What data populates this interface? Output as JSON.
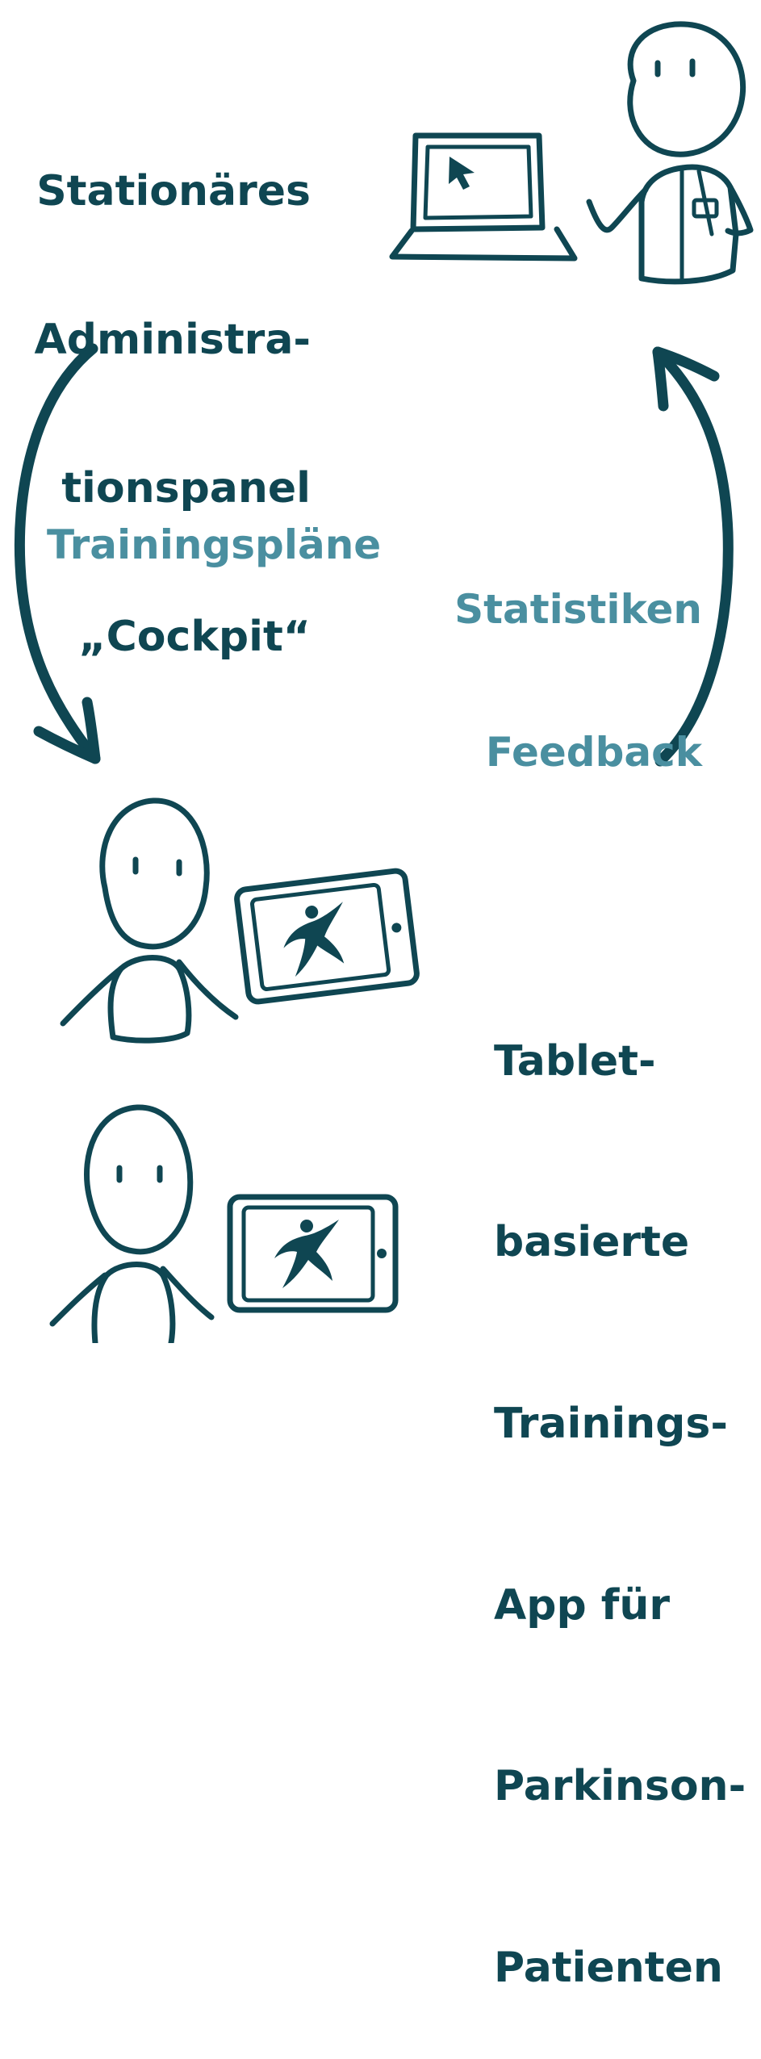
{
  "admin_panel": {
    "line1": "Stationäres",
    "line2": "Administra-",
    "line3": "tionspanel",
    "line4": "„Cockpit“"
  },
  "arrow_left_label": "Trainingspläne",
  "arrow_right_label": {
    "line1": "Statistiken",
    "line2": "Feedback"
  },
  "app_description": {
    "line1": "Tablet-",
    "line2": "basierte",
    "line3": "Trainings-",
    "line4": "App für",
    "line5": "Parkinson-",
    "line6": "Patienten"
  },
  "colors": {
    "dark_teal": "#0f4652",
    "light_teal": "#4a8fa0"
  },
  "icons": [
    "laptop-icon",
    "doctor-figure-icon",
    "cursor-icon",
    "patient-figure-icon",
    "tablet-icon",
    "running-figure-icon",
    "curved-arrow-icon"
  ]
}
